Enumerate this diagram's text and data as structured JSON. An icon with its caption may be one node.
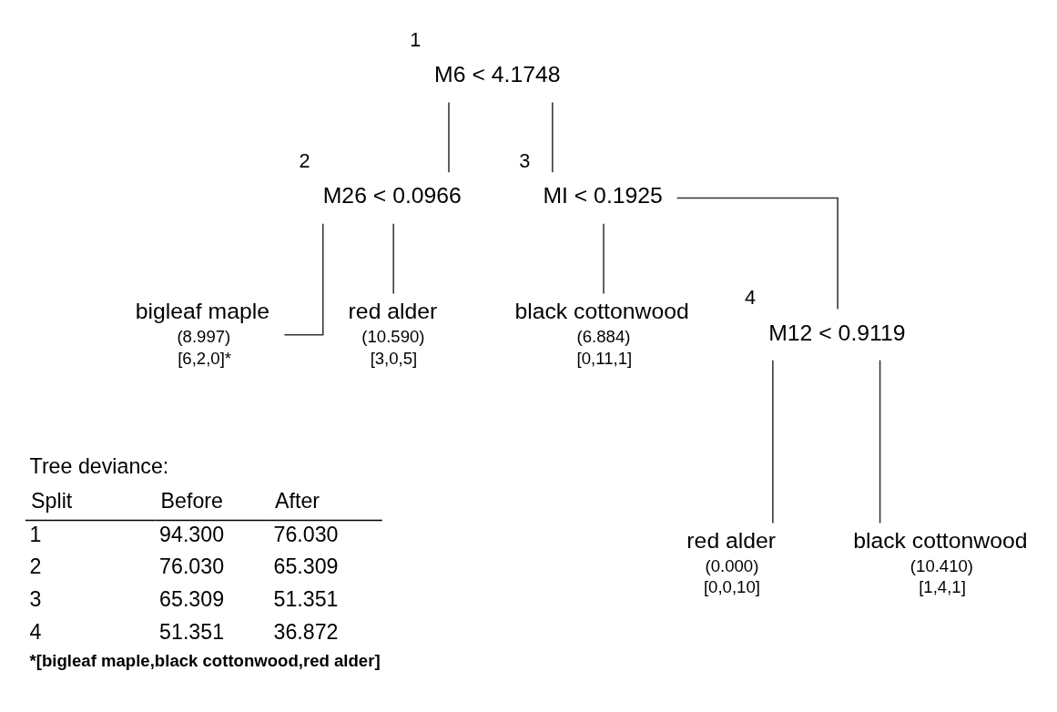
{
  "diagram": {
    "nodes": [
      {
        "text": [
          "M6 < 4.1748"
        ],
        "beside": [
          "1"
        ]
      },
      {
        "text": [
          "M26 < 0.0966"
        ],
        "beside": [
          "2"
        ]
      },
      {
        "text": [
          "bigleaf maple",
          "(8.997)",
          "[6,2,0]*"
        ]
      },
      {
        "text": [
          "red alder",
          "(10.590)",
          "[3,0,5]"
        ]
      },
      {
        "text": [
          "MI < 0.1925"
        ],
        "beside": [
          "3"
        ]
      },
      {
        "text": [
          "black cottonwood",
          "(6.884)",
          "[0,11,1]"
        ]
      },
      {
        "text": [
          "M12 < 0.9119"
        ],
        "beside": [
          "4"
        ]
      },
      {
        "text": [
          "red alder",
          "(0.000)",
          "[0,0,10]"
        ]
      },
      {
        "text": [
          "black cottonwood",
          "(10.410)",
          "[1,4,1]"
        ]
      }
    ],
    "edges": [
      {
        "from": 0,
        "to": 1,
        "arrow": "none"
      },
      {
        "from": 0,
        "to": 4,
        "arrow": "none"
      },
      {
        "from": 1,
        "to": 2,
        "arrow": "none"
      },
      {
        "from": 1,
        "to": 3,
        "arrow": "none"
      },
      {
        "from": 4,
        "to": 5,
        "arrow": "none"
      },
      {
        "from": 4,
        "to": 6,
        "arrow": "none"
      },
      {
        "from": 6,
        "to": 7,
        "arrow": "none"
      },
      {
        "from": 6,
        "to": 8,
        "arrow": "none"
      }
    ],
    "labels": [
      "Tree deviance:",
      "Split",
      "Before",
      "After",
      "1",
      "94.300",
      "76.030",
      "2",
      "76.030",
      "65.309",
      "3",
      "65.309",
      "51.351",
      "4",
      "51.351",
      "36.872",
      "*[bigleaf maple,black cottonwood,red alder]"
    ]
  }
}
